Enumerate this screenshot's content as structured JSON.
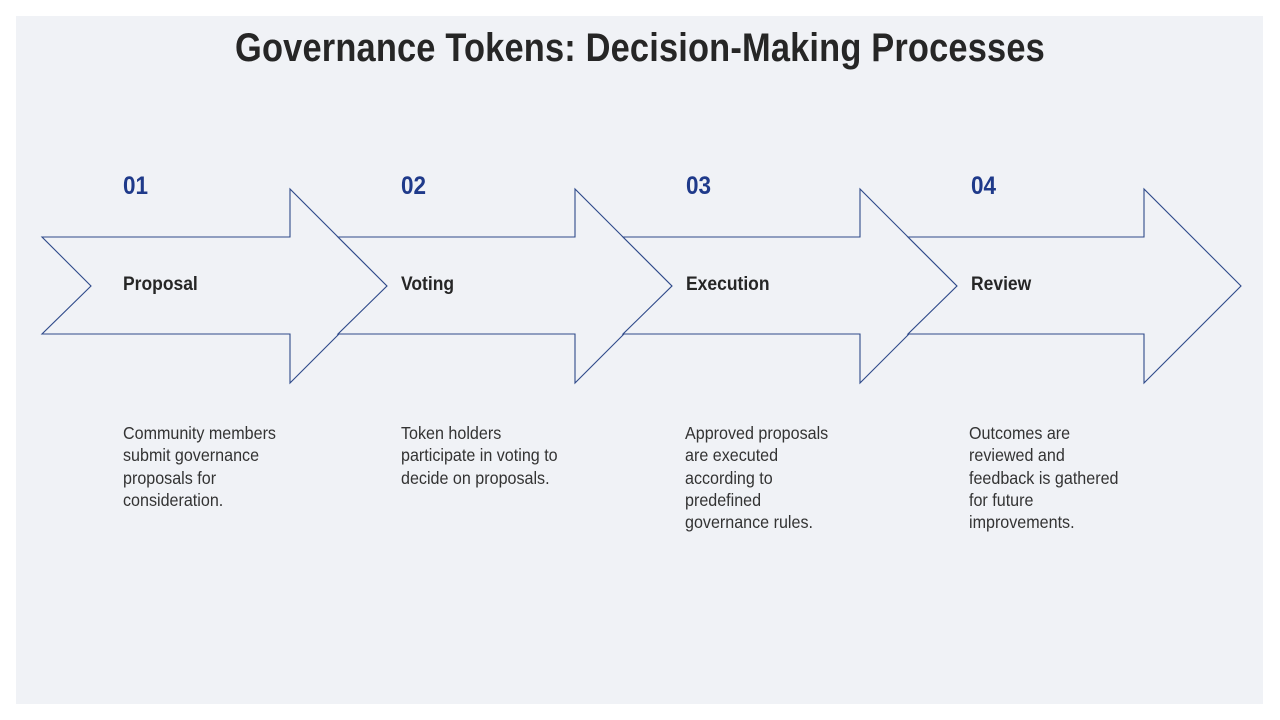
{
  "title": "Governance Tokens: Decision-Making Processes",
  "colors": {
    "background": "#f0f2f6",
    "arrow_stroke": "#2f4a8a",
    "arrow_fill": "#f0f2f6",
    "number": "#1f3a8a",
    "text": "#262626"
  },
  "steps": [
    {
      "number": "01",
      "label": "Proposal",
      "description": "Community members submit governance proposals for consideration."
    },
    {
      "number": "02",
      "label": "Voting",
      "description": "Token holders participate in voting to decide on proposals."
    },
    {
      "number": "03",
      "label": "Execution",
      "description": "Approved proposals are executed according to predefined governance rules."
    },
    {
      "number": "04",
      "label": "Review",
      "description": "Outcomes are reviewed and feedback is gathered for future improvements."
    }
  ]
}
